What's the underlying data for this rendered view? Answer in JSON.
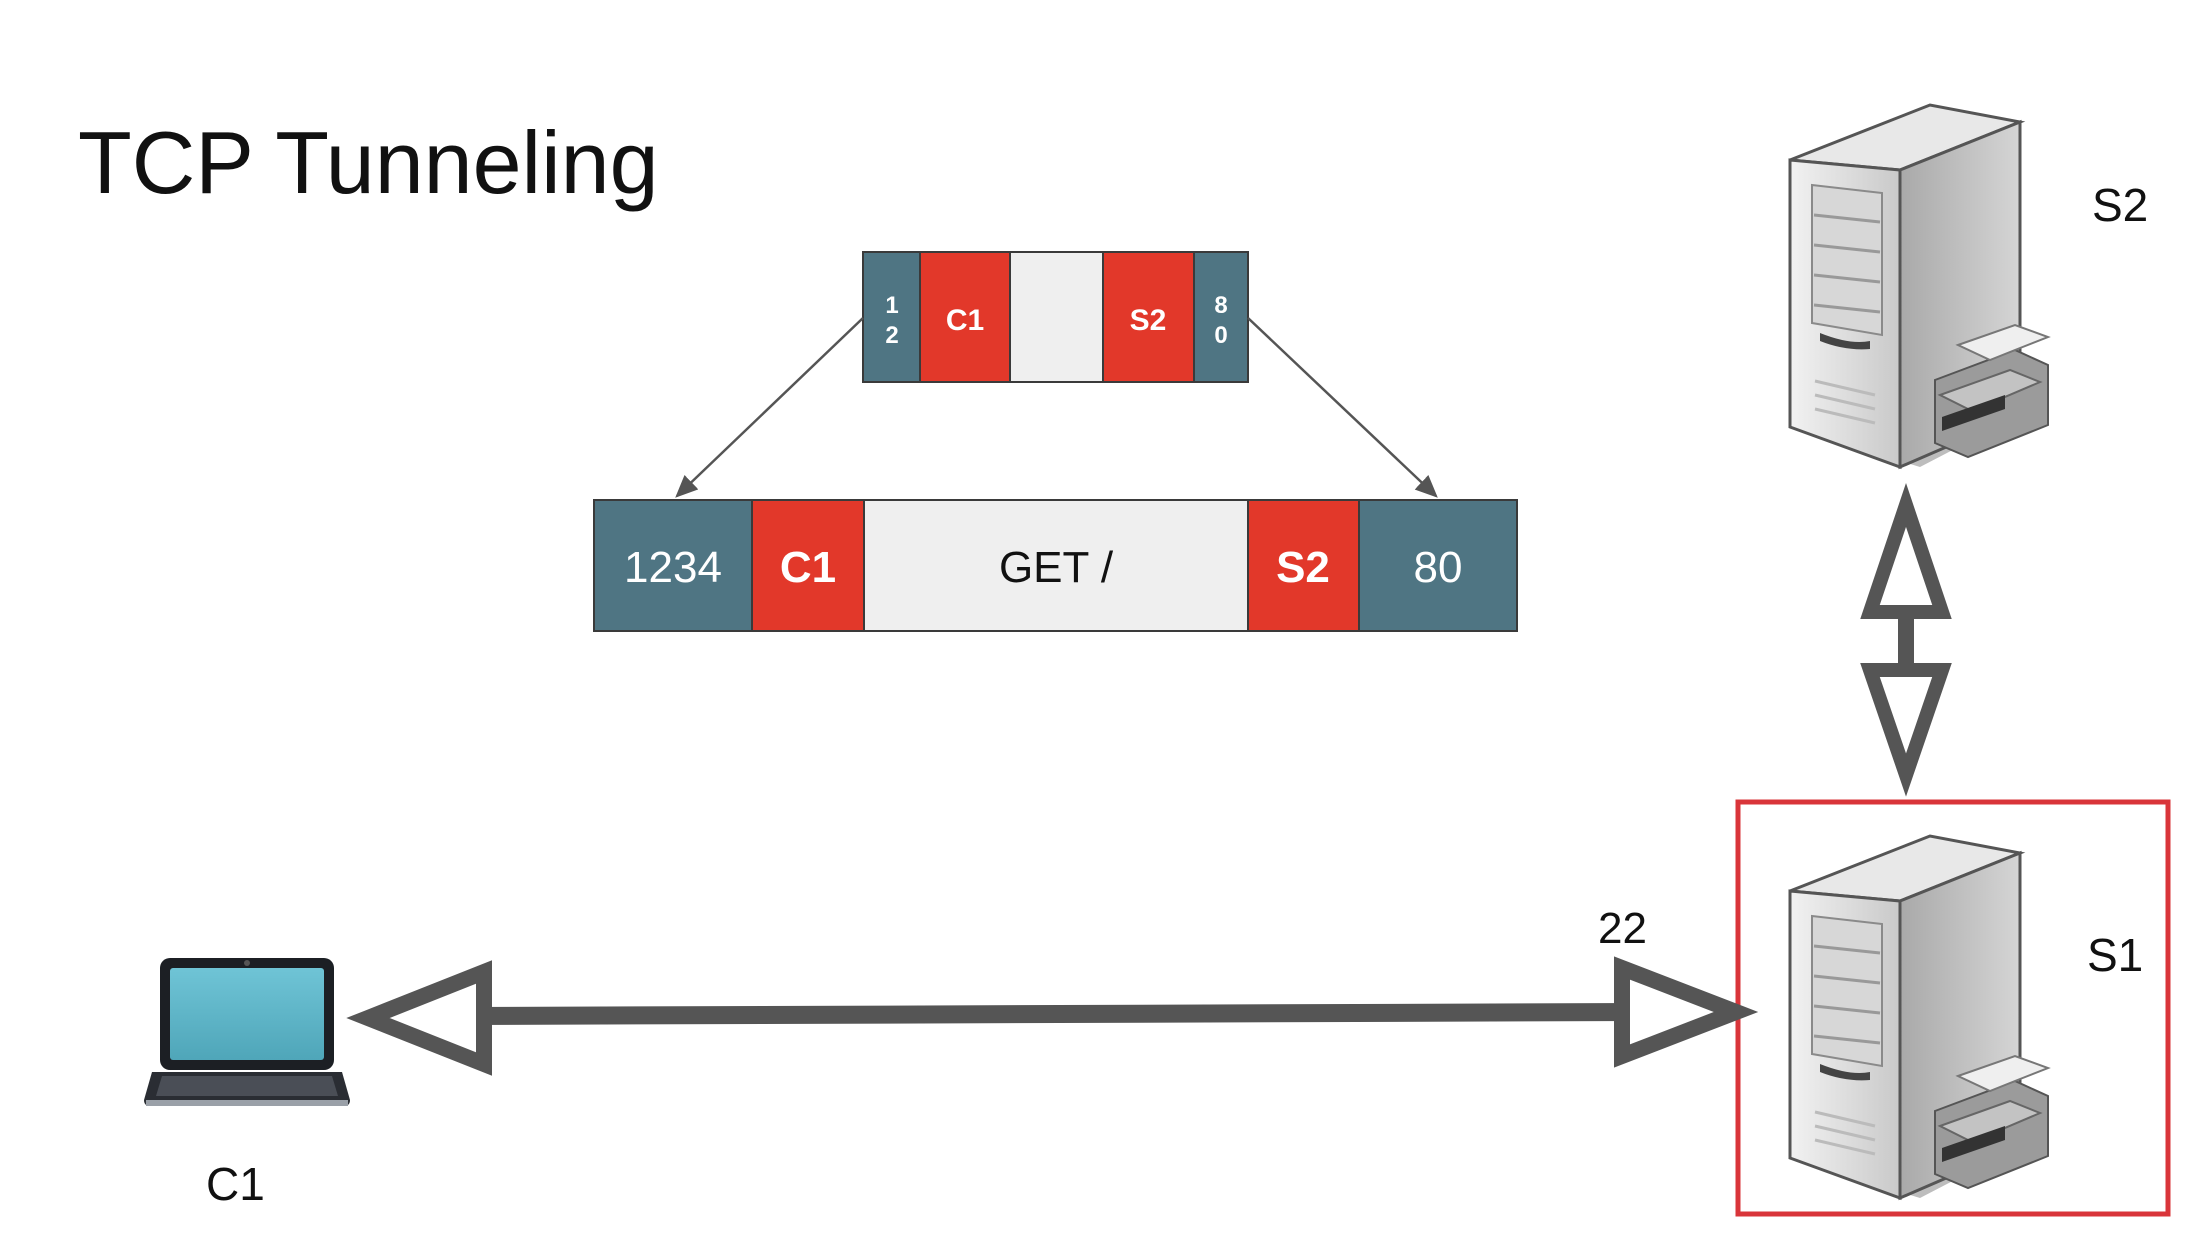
{
  "title": "TCP Tunneling",
  "colors": {
    "port_cell": "#4f7583",
    "address_cell": "#e2382a",
    "payload_cell": "#efefef",
    "arrow": "#555555",
    "highlight_box": "#d9353a",
    "laptop_screen": "#5fb6c8"
  },
  "inner_packet": {
    "src_port_digits": [
      "1",
      "2"
    ],
    "src_addr": "C1",
    "payload": "",
    "dst_addr": "S2",
    "dst_port_digits": [
      "8",
      "0"
    ]
  },
  "outer_packet": {
    "src_port": "1234",
    "src_addr": "C1",
    "payload": "GET /",
    "dst_addr": "S2",
    "dst_port": "80"
  },
  "nodes": {
    "client": {
      "label": "C1",
      "icon": "laptop-icon"
    },
    "ssh_server": {
      "label": "S1",
      "icon": "server-icon",
      "port": "22"
    },
    "web_server": {
      "label": "S2",
      "icon": "server-icon"
    }
  }
}
